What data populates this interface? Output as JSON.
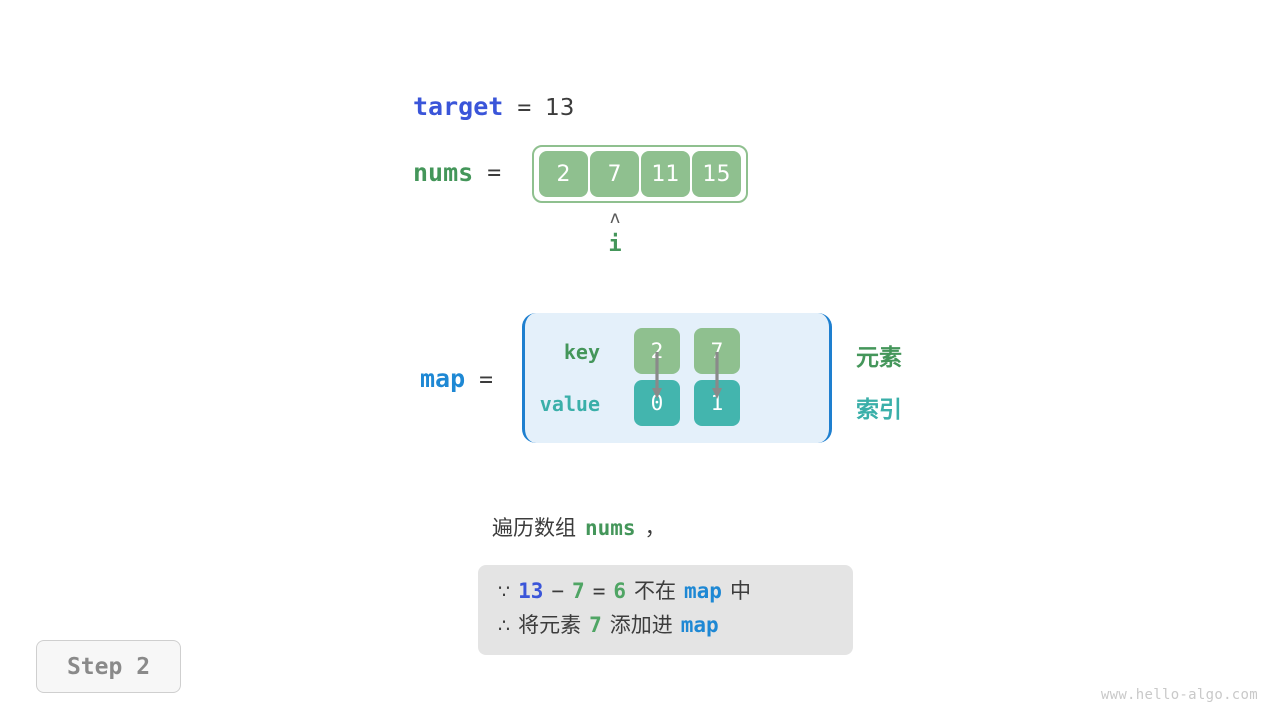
{
  "target": {
    "label": "target",
    "equals": "=",
    "value": "13"
  },
  "nums": {
    "label": "nums",
    "equals": "=",
    "cells": [
      "2",
      "7",
      "11",
      "15"
    ],
    "pointer": {
      "caret": "ʌ",
      "label": "i",
      "index": 1
    }
  },
  "map": {
    "label": "map",
    "equals": "=",
    "row_labels": {
      "key": "key",
      "value": "value"
    },
    "keys": [
      "2",
      "7"
    ],
    "values": [
      "0",
      "1"
    ],
    "side_labels": {
      "element": "元素",
      "index": "索引"
    }
  },
  "caption": {
    "text": "遍历数组",
    "code": "nums",
    "comma": "，"
  },
  "info": {
    "line1": {
      "symbol": "∵",
      "a": "13",
      "minus": "−",
      "b": "7",
      "eq": "=",
      "result": "6",
      "text_mid": "不在",
      "code": "map",
      "text_end": "中"
    },
    "line2": {
      "symbol": "∴",
      "text_start": "将元素",
      "num": "7",
      "text_mid": "添加进",
      "code": "map"
    }
  },
  "step_badge": "Step 2",
  "watermark": "www.hello-algo.com",
  "colors": {
    "green_text": "#44965A",
    "green_cell": "#8FC08F",
    "teal_cell": "#43B5AE",
    "teal_text": "#3AAFA9",
    "blue_map": "#1E88D4",
    "blue_target": "#3A55D9",
    "map_bg": "#E4F0FA",
    "map_border": "#1E7FCF",
    "info_bg": "#E4E4E4",
    "arrow_gray": "#8A8A8A"
  }
}
